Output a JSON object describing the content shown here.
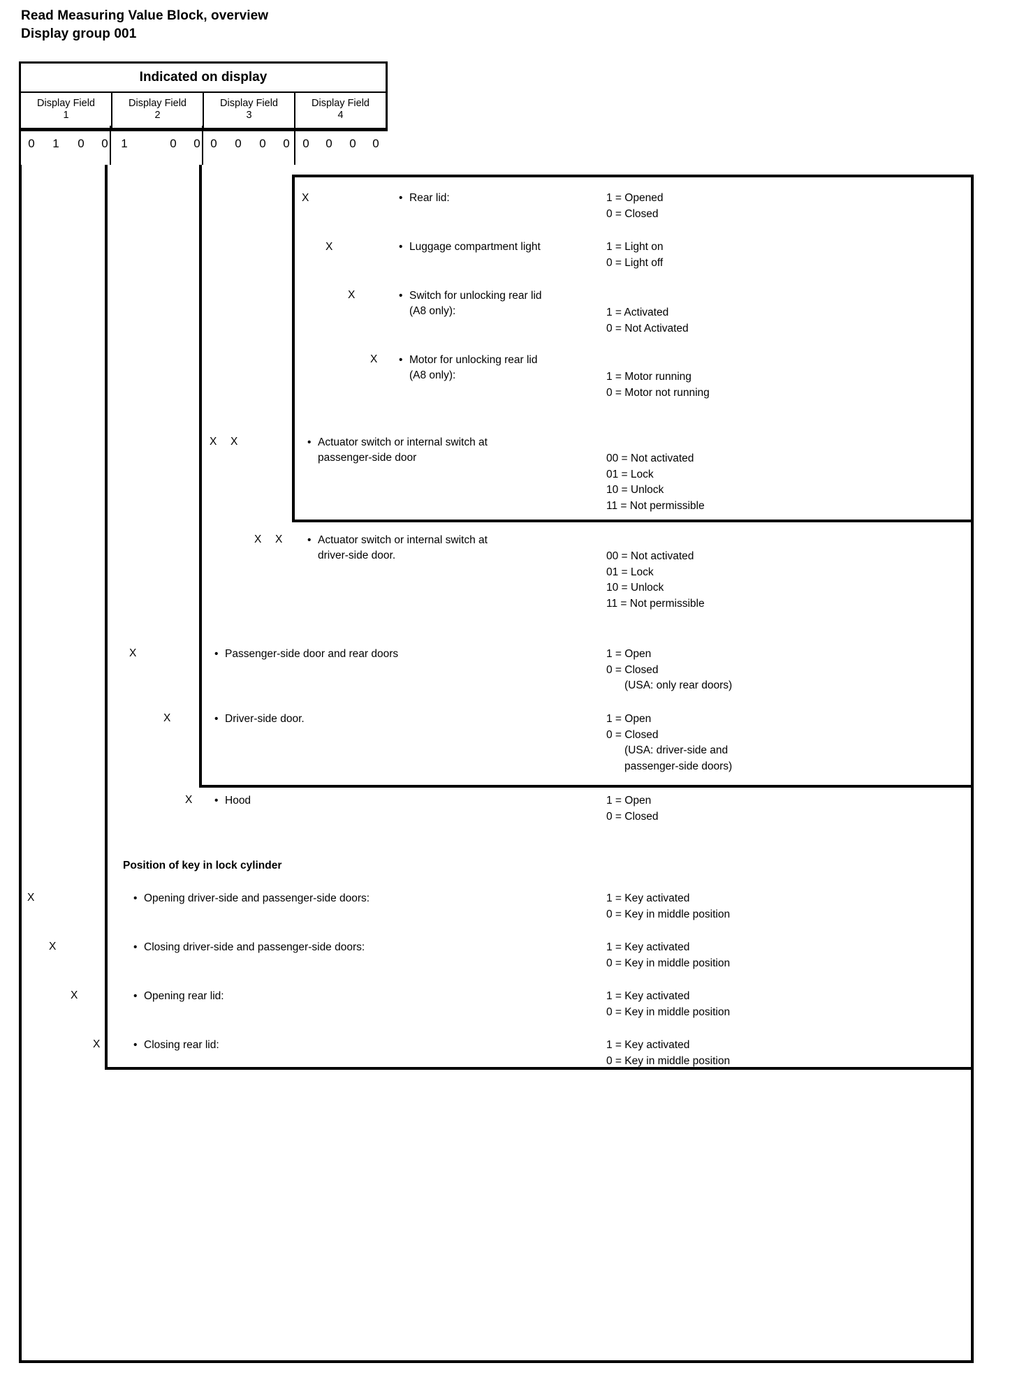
{
  "title": {
    "line1": "Read Measuring Value Block, overview",
    "line2": "Display group 001"
  },
  "table": {
    "header": "Indicated on display",
    "fields": [
      {
        "label": "Display Field",
        "number": "1"
      },
      {
        "label": "Display Field",
        "number": "2"
      },
      {
        "label": "Display Field",
        "number": "3"
      },
      {
        "label": "Display Field",
        "number": "4"
      }
    ],
    "bit_groups": [
      {
        "field": "1",
        "bits": [
          "0",
          "1",
          "0",
          "0"
        ]
      },
      {
        "field": "2",
        "bits": [
          "1",
          "",
          "0",
          "0"
        ]
      },
      {
        "field": "3",
        "bits": [
          "0",
          "0",
          "0",
          "0"
        ]
      },
      {
        "field": "4",
        "bits": [
          "0",
          "0",
          "0",
          "0"
        ]
      }
    ]
  },
  "sections": [
    {
      "id": "rear-lid-block",
      "rows": [
        {
          "marks": [
            "X"
          ],
          "desc": "Rear lid:",
          "desc_cont": "",
          "values": [
            "1 = Opened",
            "0 = Closed"
          ]
        },
        {
          "marks": [
            "X"
          ],
          "desc": "Luggage compartment light",
          "desc_cont": "",
          "values": [
            "1 = Light on",
            "0 = Light off"
          ]
        },
        {
          "marks": [
            "X"
          ],
          "desc": "Switch for unlocking rear lid",
          "desc_cont": "(A8 only):",
          "values": [
            "1 = Activated",
            "0 = Not Activated"
          ]
        },
        {
          "marks": [
            "X"
          ],
          "desc": "Motor for unlocking rear lid",
          "desc_cont": "(A8 only):",
          "values": [
            "1 = Motor running",
            "0 = Motor not running"
          ]
        }
      ]
    },
    {
      "id": "actuator-block",
      "rows": [
        {
          "marks": [
            "X",
            "X"
          ],
          "desc": "Actuator switch or internal switch at",
          "desc_cont": "passenger-side door",
          "values": [
            "00 = Not activated",
            "01 = Lock",
            "10 = Unlock",
            "11 = Not permissible"
          ]
        },
        {
          "marks": [
            "X",
            "X"
          ],
          "desc": "Actuator switch or internal switch at",
          "desc_cont": "driver-side door.",
          "values": [
            "00 = Not activated",
            "01 = Lock",
            "10 = Unlock",
            "11 = Not permissible"
          ]
        }
      ]
    },
    {
      "id": "doors-block",
      "rows": [
        {
          "marks": [
            "X"
          ],
          "desc": "Passenger-side door and rear doors",
          "desc_cont": "",
          "values": [
            "1 = Open",
            "0 = Closed"
          ],
          "values_indented": [
            "(USA: only rear doors)"
          ]
        },
        {
          "marks": [
            "X"
          ],
          "desc": "Driver-side door.",
          "desc_cont": "",
          "values": [
            "1 = Open",
            "0 = Closed"
          ],
          "values_indented": [
            "(USA: driver-side and",
            "passenger-side doors)"
          ]
        },
        {
          "marks": [
            "X"
          ],
          "desc": "Hood",
          "desc_cont": "",
          "values": [
            "1 = Open",
            "0 = Closed"
          ]
        }
      ]
    },
    {
      "id": "key-position-block",
      "heading": "Position of key in lock cylinder",
      "rows": [
        {
          "marks": [
            "X"
          ],
          "desc": "Opening driver-side and passenger-side doors:",
          "desc_cont": "",
          "values": [
            "1 = Key activated",
            "0 = Key in middle position"
          ]
        },
        {
          "marks": [
            "X"
          ],
          "desc": "Closing driver-side and passenger-side doors:",
          "desc_cont": "",
          "values": [
            "1 = Key activated",
            "0 = Key in middle position"
          ]
        },
        {
          "marks": [
            "X"
          ],
          "desc": "Opening rear lid:",
          "desc_cont": "",
          "values": [
            "1 = Key activated",
            "0 = Key in middle position"
          ]
        },
        {
          "marks": [
            "X"
          ],
          "desc": "Closing rear lid:",
          "desc_cont": "",
          "values": [
            "1 = Key activated",
            "0 = Key in middle position"
          ]
        }
      ]
    }
  ]
}
